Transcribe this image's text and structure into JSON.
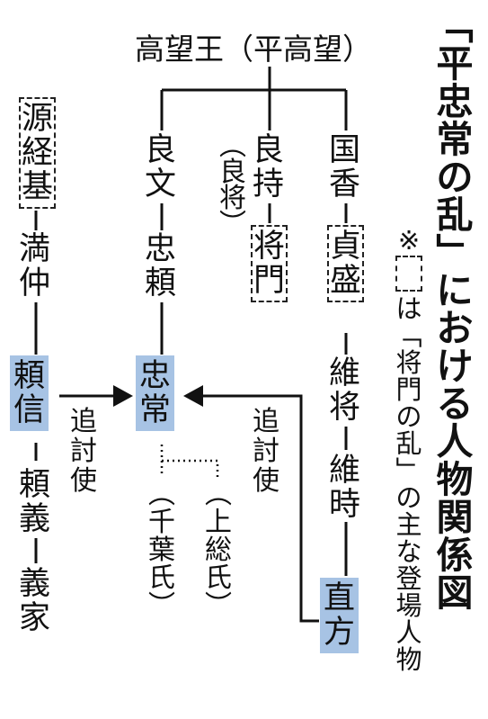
{
  "title": "「平忠常の乱」における人物関係図",
  "root": "高望王（平高望）",
  "legend": {
    "marker": "※",
    "text": "は「将門の乱」の主な登場人物"
  },
  "people": {
    "minamoto_tsunemoto": "源経基",
    "mitsunaka": "満仲",
    "yorinobu": "頼信",
    "yoriyoshi": "頼義",
    "yoshiie": "義家",
    "yoshifumi": "良文",
    "tadayori": "忠頼",
    "tadatsune": "忠常",
    "chiba": "（千葉氏）",
    "kazusa": "（上総氏）",
    "yoshimochi": "良持",
    "yoshimasa": "（良将）",
    "masakado": "将門",
    "kunika": "国香",
    "sadamori": "貞盛",
    "koremasa": "維将",
    "koretoki": "維時",
    "naokata": "直方"
  },
  "labels": {
    "tsuitoshi_left": "追討使",
    "tsuitoshi_right": "追討使"
  },
  "colors": {
    "highlight": "#a7c3e4",
    "line": "#111111"
  }
}
